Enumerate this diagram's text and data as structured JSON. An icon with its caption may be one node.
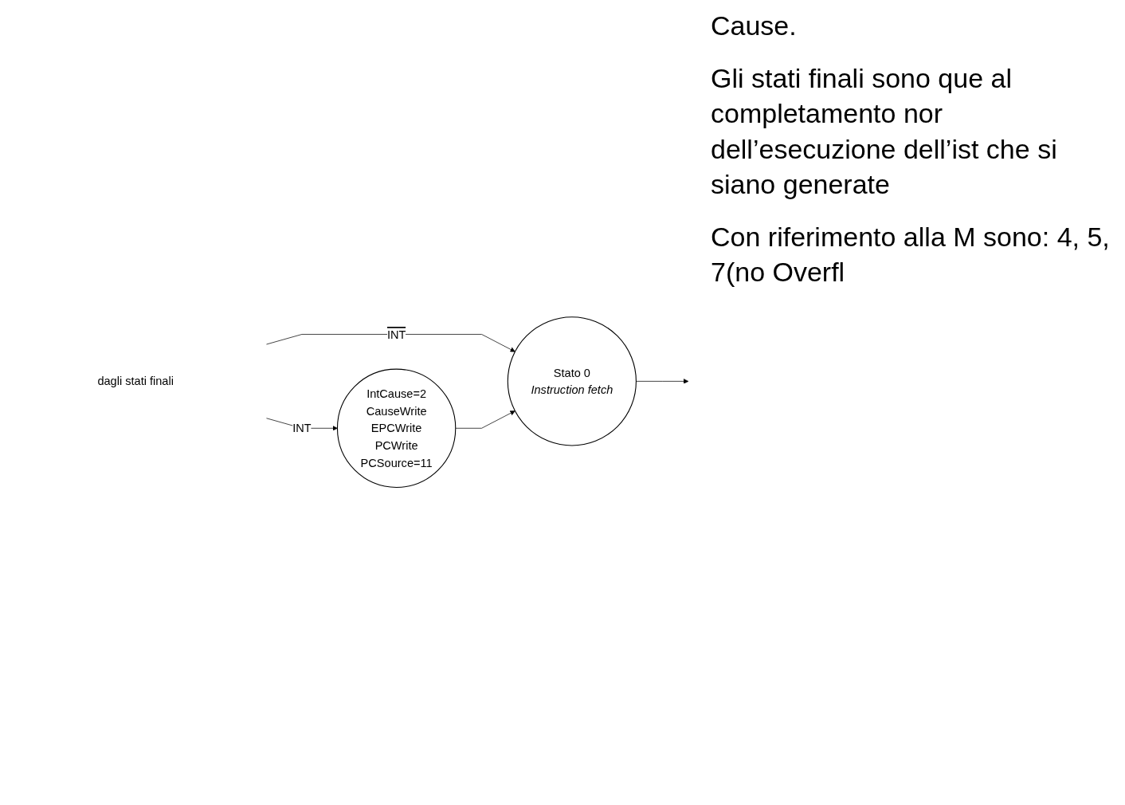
{
  "diagram": {
    "nodes": [
      {
        "text": [
          "Stato 0",
          "Instruction fetch"
        ]
      },
      {
        "text": [
          "dagli stati finali"
        ]
      },
      {
        "text": [
          "IntCause=2",
          "CauseWrite",
          "EPCWrite",
          "PCWrite",
          "PCSource=11"
        ]
      }
    ],
    "edges": [
      {
        "from": 0,
        "to": null,
        "arrow": "to"
      },
      {
        "from": 1,
        "to": 0,
        "label": "INT",
        "arrow": "to"
      },
      {
        "from": 1,
        "to": 2,
        "label": "INT",
        "arrow": "to"
      },
      {
        "from": 2,
        "to": 0,
        "arrow": "to"
      }
    ],
    "labels": [
      "Cause.",
      "Gli stati finali sono que al completamento nor dell’esecuzione dell’ist che si siano generate",
      "Con riferimento alla M sono: 4, 5, 7(no Overfl"
    ]
  }
}
